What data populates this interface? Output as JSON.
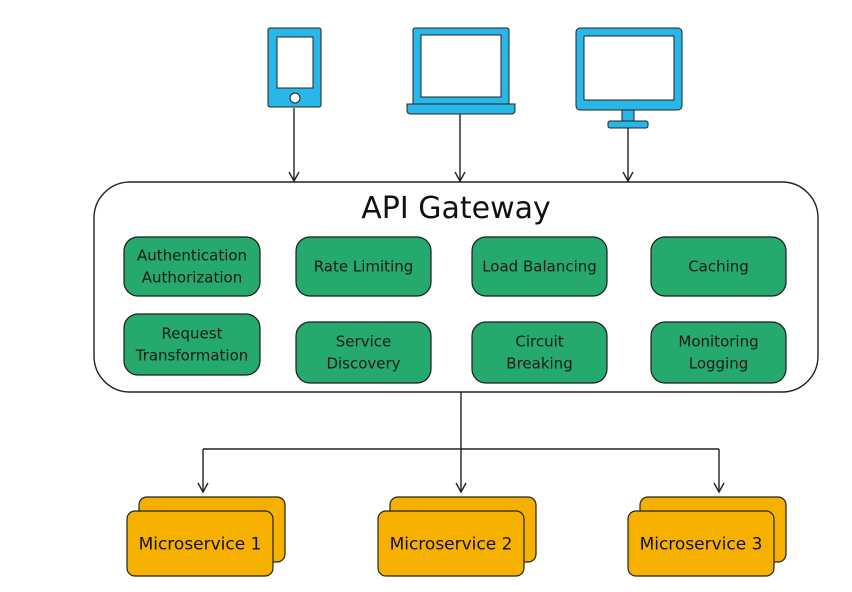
{
  "colors": {
    "device": "#29b6e8",
    "device_screen": "#ffffff",
    "feature_fill": "#26a96c",
    "feature_stroke": "#1c1c1c",
    "microservice_fill": "#f5b000",
    "stroke": "#222222"
  },
  "clients": [
    {
      "icon": "mobile-phone-icon"
    },
    {
      "icon": "laptop-icon"
    },
    {
      "icon": "desktop-monitor-icon"
    }
  ],
  "gateway": {
    "title": "API Gateway",
    "features": [
      {
        "lines": [
          "Authentication",
          "Authorization"
        ]
      },
      {
        "lines": [
          "Rate Limiting"
        ]
      },
      {
        "lines": [
          "Load Balancing"
        ]
      },
      {
        "lines": [
          "Caching"
        ]
      },
      {
        "lines": [
          "Request",
          "Transformation"
        ]
      },
      {
        "lines": [
          "Service",
          "Discovery"
        ]
      },
      {
        "lines": [
          "Circuit",
          "Breaking"
        ]
      },
      {
        "lines": [
          "Monitoring",
          "Logging"
        ]
      }
    ]
  },
  "microservices": [
    {
      "label": "Microservice 1"
    },
    {
      "label": "Microservice 2"
    },
    {
      "label": "Microservice 3"
    }
  ]
}
